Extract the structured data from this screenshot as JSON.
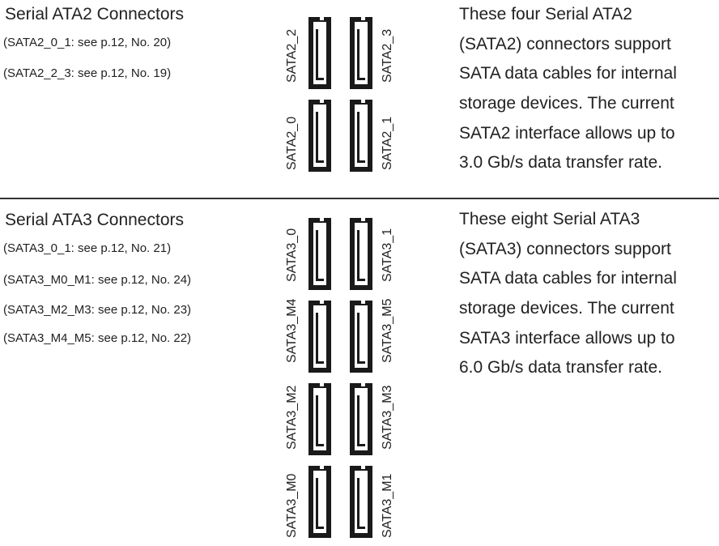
{
  "sata2": {
    "title": "Serial ATA2 Connectors",
    "refs": [
      "(SATA2_0_1: see  p.12, No. 20)",
      "(SATA2_2_3: see  p.12, No. 19)"
    ],
    "connectors": [
      "SATA2_2",
      "SATA2_3",
      "SATA2_0",
      "SATA2_1"
    ],
    "description": [
      "These four Serial ATA2",
      "(SATA2) connectors support",
      "SATA data cables for internal",
      "storage devices. The current",
      "SATA2 interface allows up to",
      "3.0 Gb/s data transfer rate."
    ]
  },
  "sata3": {
    "title": "Serial ATA3 Connectors",
    "refs": [
      "(SATA3_0_1: see  p.12, No. 21)",
      "(SATA3_M0_M1: see  p.12, No. 24)",
      "(SATA3_M2_M3: see  p.12, No. 23)",
      "(SATA3_M4_M5: see  p.12, No. 22)"
    ],
    "connectors": [
      "SATA3_0",
      "SATA3_1",
      "SATA3_M4",
      "SATA3_M5",
      "SATA3_M2",
      "SATA3_M3",
      "SATA3_M0",
      "SATA3_M1"
    ],
    "description": [
      "These eight Serial ATA3",
      "(SATA3) connectors support",
      "SATA data cables for internal",
      "storage devices. The current",
      "SATA3 interface allows up to",
      "6.0 Gb/s data transfer rate."
    ]
  }
}
